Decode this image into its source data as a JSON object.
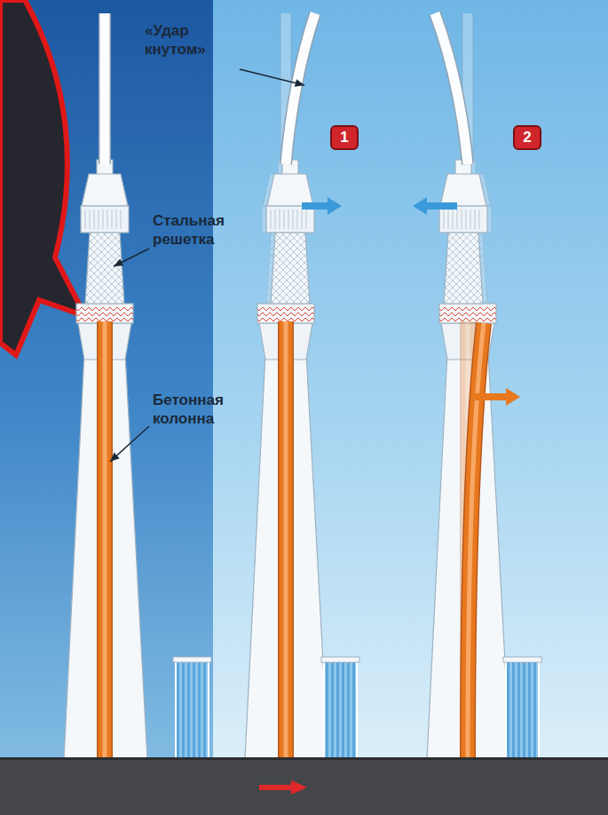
{
  "diagram": {
    "labels": [
      "«Удар кнутом»",
      "Стальная решетка",
      "Бетонная колонна",
      "1",
      "2"
    ]
  }
}
